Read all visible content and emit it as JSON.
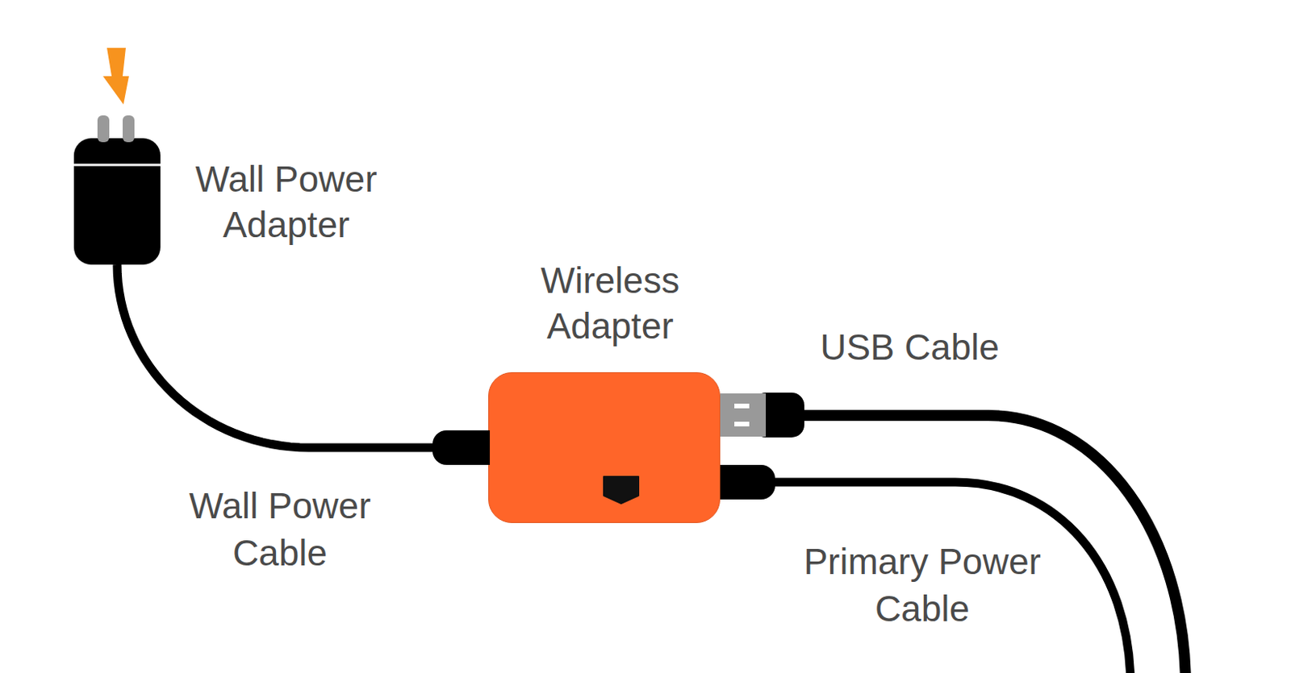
{
  "diagram": {
    "nodes": [
      {
        "text": [
          "Wall Power Adapter"
        ]
      },
      {
        "text": [
          "Wireless Adapter"
        ]
      }
    ],
    "edges": [
      {
        "from": 0,
        "to": 1,
        "arrow": "none",
        "label": "Wall Power Cable"
      }
    ],
    "labels": [
      "USB Cable",
      "Primary Power Cable"
    ]
  }
}
